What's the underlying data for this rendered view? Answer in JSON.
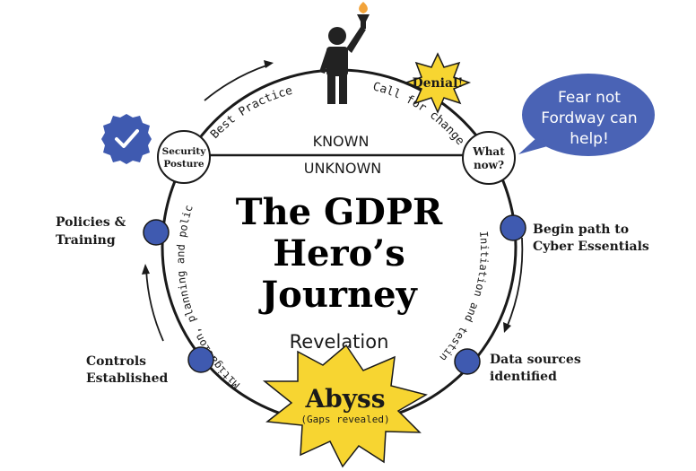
{
  "title": {
    "line1": "The GDPR",
    "line2": "Hero’s",
    "line3": "Journey"
  },
  "subtitle": "Revelation",
  "divider": {
    "known": "KNOWN",
    "unknown": "UNKNOWN"
  },
  "arc_labels": {
    "best_practice": "Best Practice",
    "call_for_change": "Call for change",
    "initiation": "Initiation and testing",
    "mitigation": "Mitigation, planning and policy"
  },
  "nodes": {
    "security_posture": {
      "line1": "Security",
      "line2": "Posture"
    },
    "what_now": {
      "line1": "What",
      "line2": "now?"
    }
  },
  "stages": {
    "policies": {
      "line1": "Policies &",
      "line2": "Training"
    },
    "cyber": {
      "line1": "Begin path to",
      "line2": "Cyber Essentials"
    },
    "data_sources": {
      "line1": "Data sources",
      "line2": "identified"
    },
    "controls": {
      "line1": "Controls",
      "line2": "Established"
    }
  },
  "bursts": {
    "denial": "Denial!",
    "abyss": "Abyss",
    "abyss_sub": "(Gaps revealed)"
  },
  "speech_bubble": {
    "line1": "Fear not",
    "line2": "Fordway can",
    "line3": "help!"
  },
  "icons": {
    "hero": "hero-with-torch-icon",
    "badge": "verified-check-badge-icon"
  },
  "colors": {
    "node_fill": "#3f5ab0",
    "bubble_fill": "#4a63b5",
    "burst_fill": "#f7d531",
    "ink": "#1a1a1a"
  }
}
